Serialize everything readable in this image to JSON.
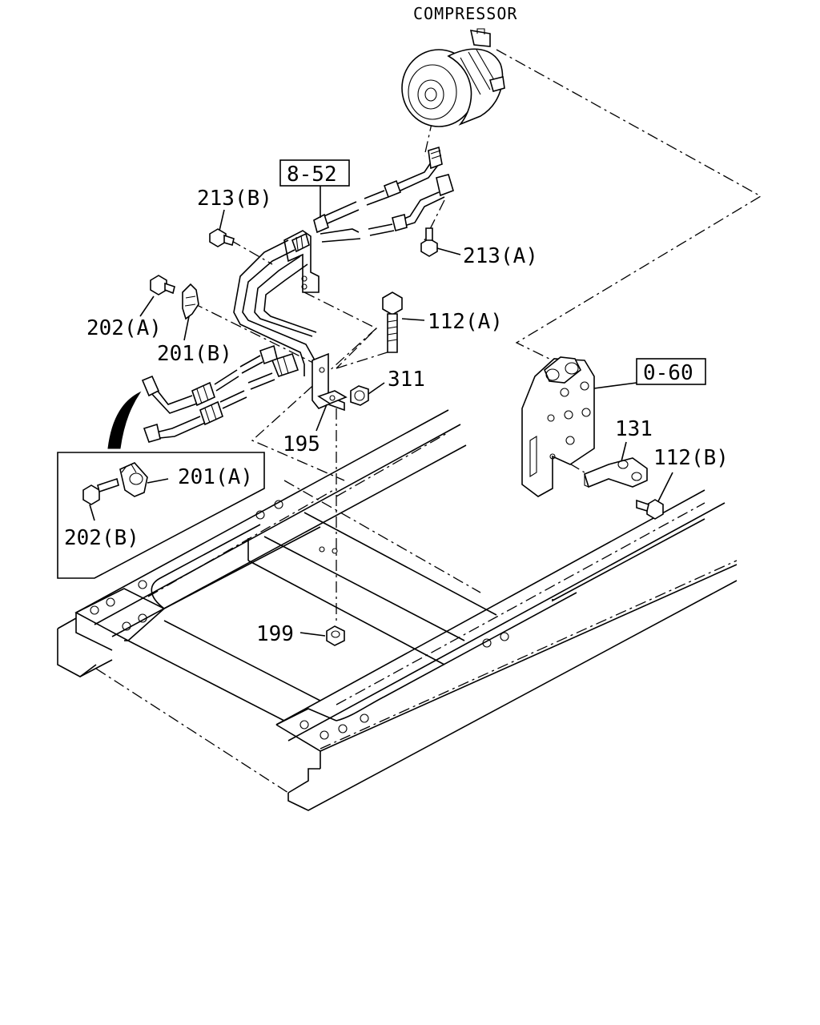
{
  "labels": {
    "compressor": "COMPRESSOR",
    "ref_8_52": "8-52",
    "ref_0_60": "0-60",
    "p213b": "213(B)",
    "p213a": "213(A)",
    "p202a": "202(A)",
    "p201b": "201(B)",
    "p112a": "112(A)",
    "p311": "311",
    "p195": "195",
    "p201a": "201(A)",
    "p202b": "202(B)",
    "p131": "131",
    "p112b": "112(B)",
    "p199": "199"
  }
}
